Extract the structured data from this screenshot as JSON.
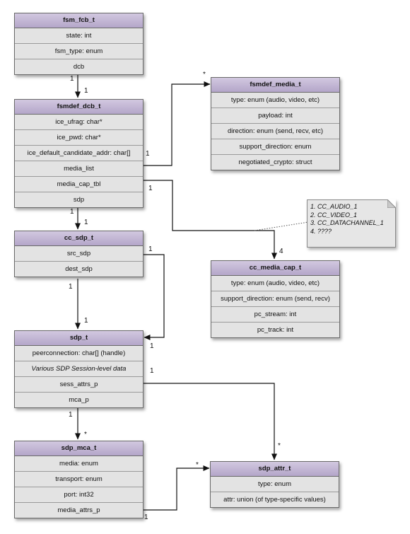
{
  "classes": {
    "fsm_fcb_t": {
      "title": "fsm_fcb_t",
      "attrs": [
        "state: int",
        "fsm_type: enum",
        "dcb"
      ]
    },
    "fsmdef_dcb_t": {
      "title": "fsmdef_dcb_t",
      "attrs": [
        "ice_ufrag: char*",
        "ice_pwd: char*",
        "ice_default_candidate_addr: char[]",
        "media_list",
        "media_cap_tbl",
        "sdp"
      ]
    },
    "fsmdef_media_t": {
      "title": "fsmdef_media_t",
      "attrs": [
        "type: enum (audio, video, etc)",
        "payload: int",
        "direction: enum (send, recv, etc)",
        "support_direction: enum",
        "negotiated_crypto: struct"
      ]
    },
    "cc_sdp_t": {
      "title": "cc_sdp_t",
      "attrs": [
        "src_sdp",
        "dest_sdp"
      ]
    },
    "cc_media_cap_t": {
      "title": "cc_media_cap_t",
      "attrs": [
        "type: enum (audio, video, etc)",
        "support_direction: enum (send, recv)",
        "pc_stream: int",
        "pc_track: int"
      ]
    },
    "sdp_t": {
      "title": "sdp_t",
      "attrs": [
        "peerconnection: char[] (handle)",
        "Various SDP Session-level data",
        "sess_attrs_p",
        "mca_p"
      ]
    },
    "sdp_mca_t": {
      "title": "sdp_mca_t",
      "attrs": [
        "media: enum",
        "transport: enum",
        "port: int32",
        "media_attrs_p"
      ]
    },
    "sdp_attr_t": {
      "title": "sdp_attr_t",
      "attrs": [
        "type: enum",
        "attr: union (of type-specific values)"
      ]
    }
  },
  "note": {
    "lines": [
      "1. CC_AUDIO_1",
      "2. CC_VIDEO_1",
      "3. CC_DATACHANNEL_1",
      "4. ????"
    ]
  },
  "multiplicities": {
    "fcb_dcb_src": "1",
    "fcb_dcb_dst": "1",
    "media_list_src": "1",
    "media_list_dst": "*",
    "cap_tbl_src": "1",
    "cap_tbl_dst": "4",
    "dcb_sdp_src": "1",
    "dcb_sdp_dst": "1",
    "src_sdp_src": "1",
    "src_sdp_dst": "1",
    "ccsdp_sdp_src": "1",
    "ccsdp_sdp_dst": "1",
    "sess_attrs_src": "1",
    "sess_attrs_dst": "*",
    "mca_src": "1",
    "mca_dst": "*",
    "media_attrs_src": "1",
    "media_attrs_dst": "*"
  }
}
